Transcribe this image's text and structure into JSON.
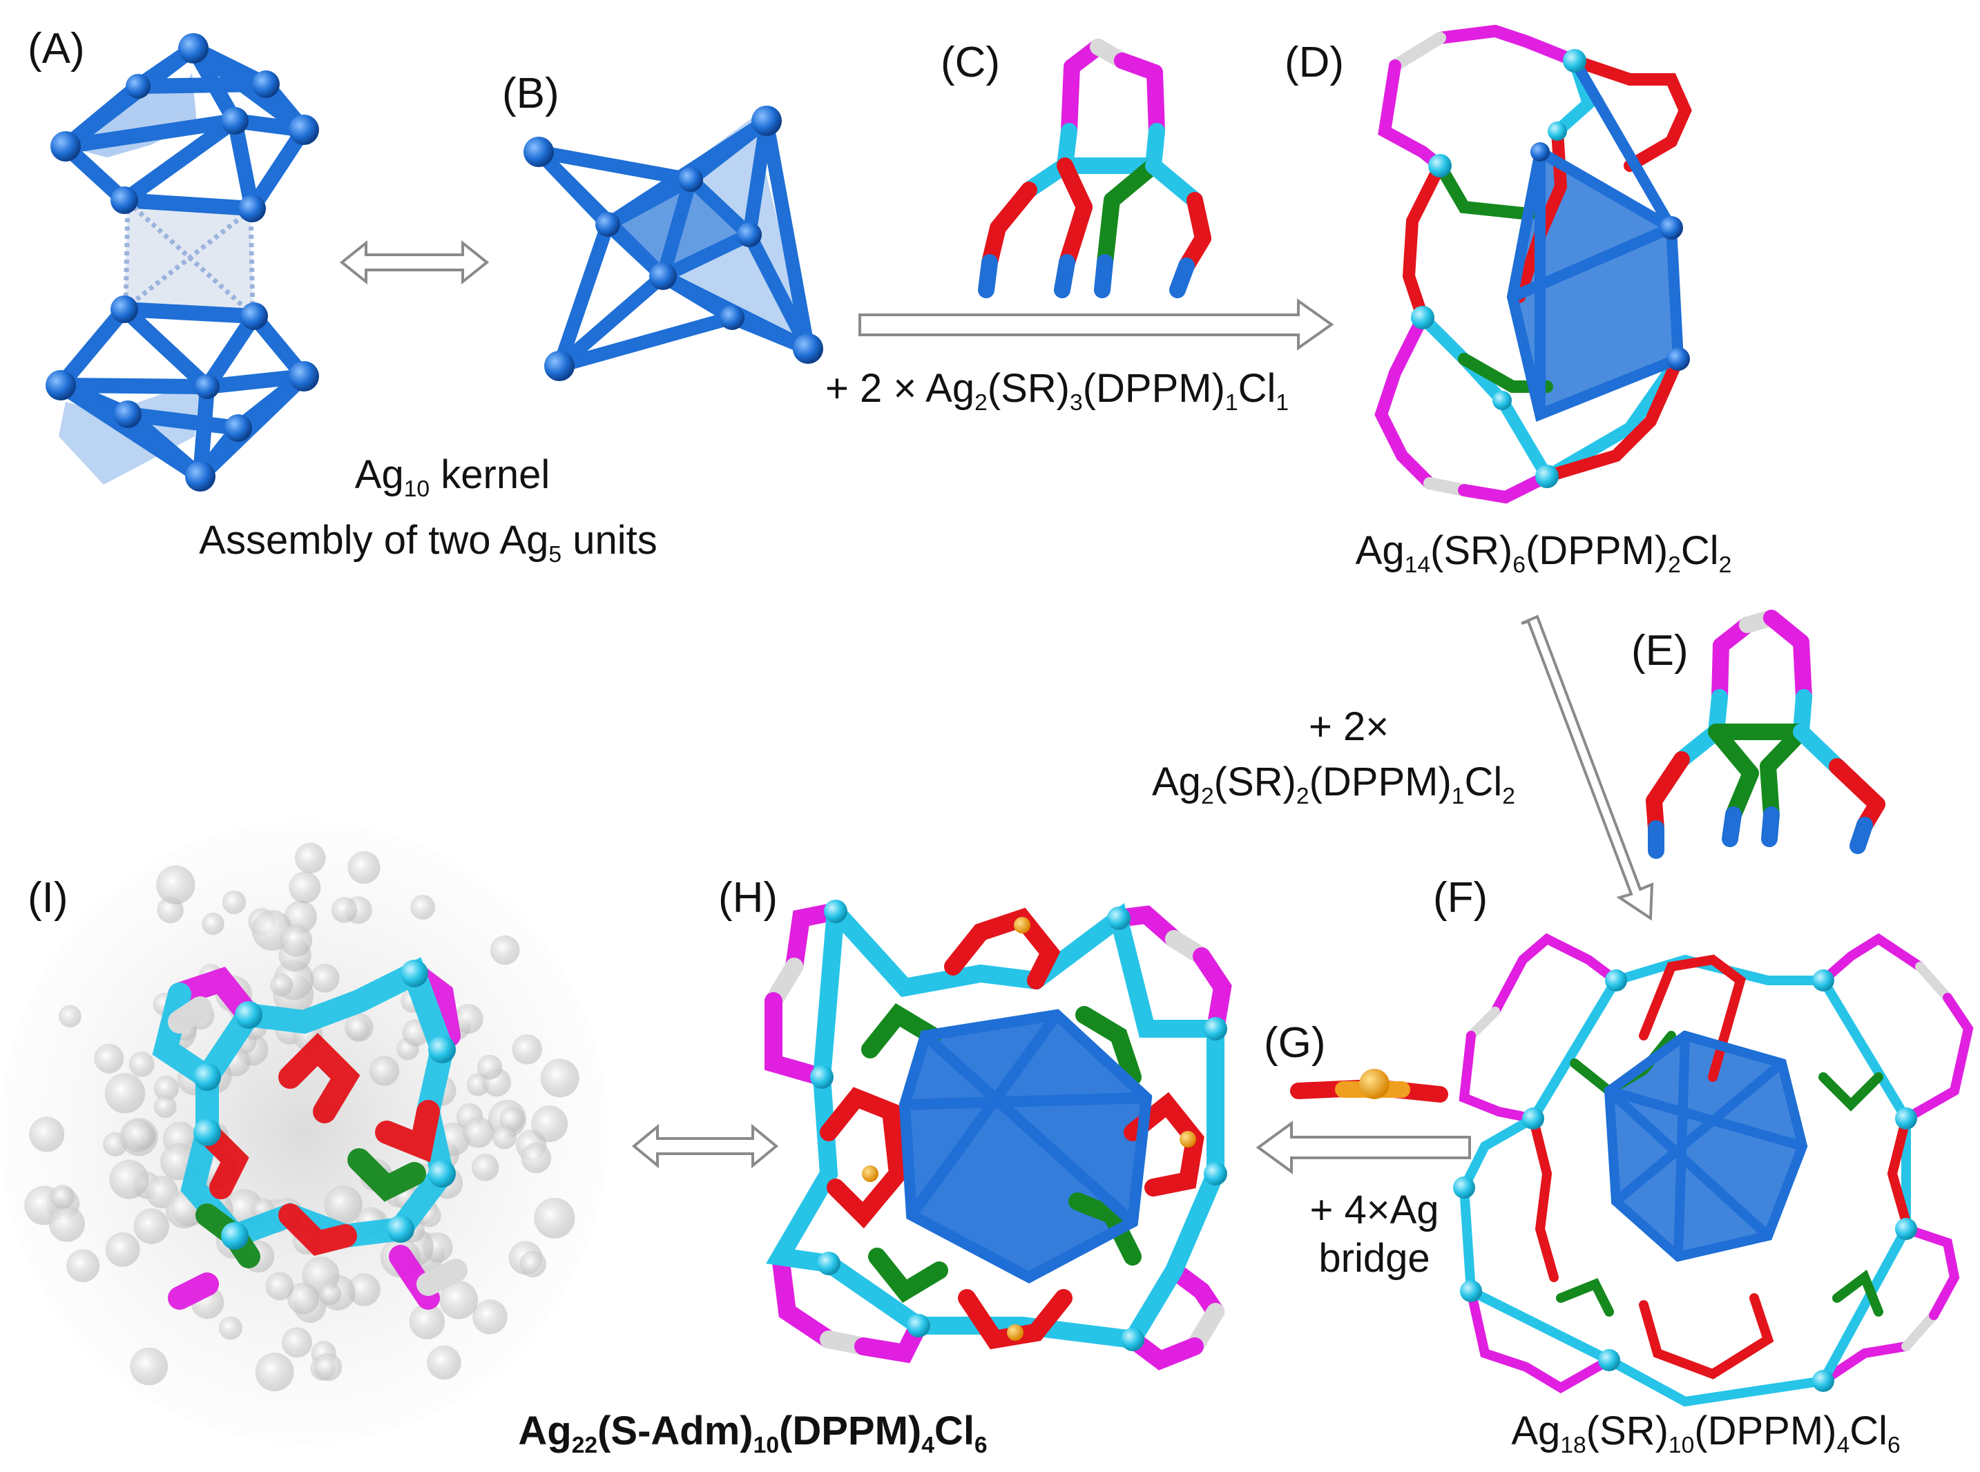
{
  "panels": {
    "A": "(A)",
    "B": "(B)",
    "C": "(C)",
    "D": "(D)",
    "E": "(E)",
    "F": "(F)",
    "G": "(G)",
    "H": "(H)",
    "I": "(I)"
  },
  "texts": {
    "kernel": {
      "a": "Ag",
      "s1": "10",
      "b": " kernel"
    },
    "assembly": {
      "a": "Assembly of two Ag",
      "s1": "5",
      "b": " units"
    },
    "step1": {
      "a": "+ 2 × Ag",
      "s1": "2",
      "b": "(SR)",
      "s2": "3",
      "c": "(DPPM)",
      "s3": "1",
      "d": "Cl",
      "s4": "1"
    },
    "d_formula": {
      "a": "Ag",
      "s1": "14",
      "b": "(SR)",
      "s2": "6",
      "c": "(DPPM)",
      "s3": "2",
      "d": "Cl",
      "s4": "2"
    },
    "step2_line1": "+ 2×",
    "step2_line2": {
      "a": "Ag",
      "s1": "2",
      "b": "(SR)",
      "s2": "2",
      "c": "(DPPM)",
      "s3": "1",
      "d": "Cl",
      "s4": "2"
    },
    "step3_line1": "+ 4×Ag",
    "step3_line2": "bridge",
    "f_formula": {
      "a": "Ag",
      "s1": "18",
      "b": "(SR)",
      "s2": "10",
      "c": "(DPPM)",
      "s3": "4",
      "d": "Cl",
      "s4": "6"
    },
    "h_formula": {
      "a": "Ag",
      "s1": "22",
      "b": "(S-Adm)",
      "s2": "10",
      "c": "(DPPM)",
      "s3": "4",
      "d": "Cl",
      "s4": "6"
    }
  },
  "colors": {
    "silver_kernel": "#1f6fd6",
    "silver_shell": "#27c4e8",
    "sulfur": "#e3141b",
    "phosphorus": "#e01fe0",
    "chlorine": "#15891e",
    "carbon": "#d9d9d9",
    "bridge_ag": "#f0a020",
    "arrow": "#8a8a8a"
  }
}
